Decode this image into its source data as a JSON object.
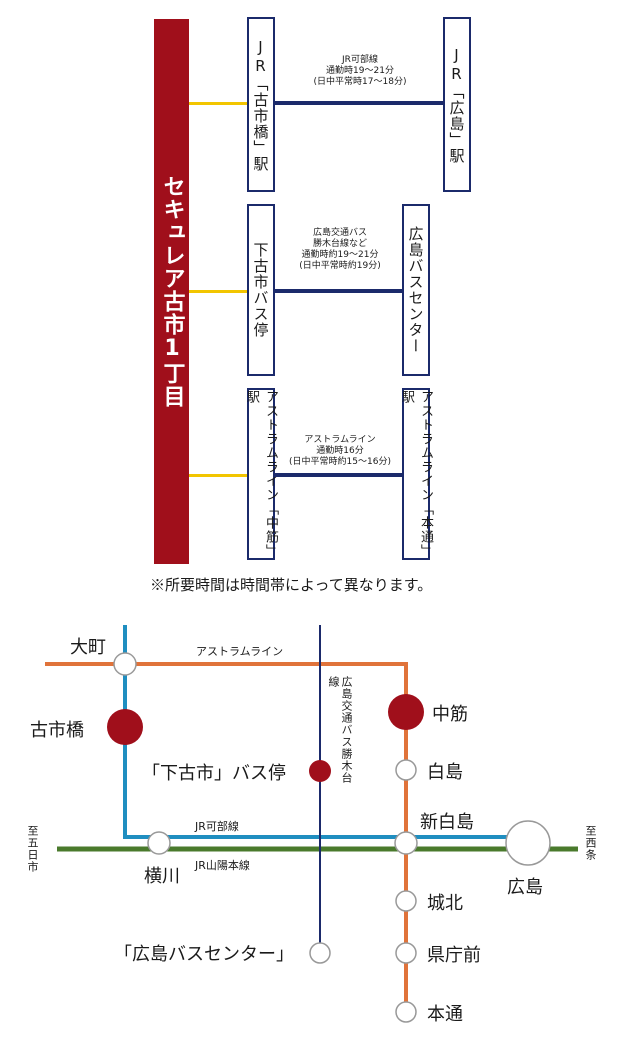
{
  "top": {
    "property_name": "セキュレア古市1丁目",
    "routes": [
      {
        "origin": "JR「古市橋」駅",
        "destination": "JR「広島」駅",
        "info": [
          "JR可部線",
          "通勤時19～21分",
          "(日中平常時17～18分)"
        ]
      },
      {
        "origin": "下古市バス停",
        "destination": "広島バスセンター",
        "info": [
          "広島交通バス",
          "勝木台線など",
          "通勤時約19～21分",
          "(日中平常時約19分)"
        ]
      },
      {
        "origin": "アストラムライン「中筋」駅",
        "destination": "アストラムライン「本通」駅",
        "info": [
          "アストラムライン",
          "通勤時16分",
          "(日中平常時約15～16分)"
        ]
      }
    ],
    "note": "※所要時間は時間帯によって異なります。"
  },
  "map": {
    "colors": {
      "astram": "#e0733a",
      "kabe": "#1f8ec0",
      "sanyo": "#4a7a2c",
      "bus": "#1b2a6b",
      "highlight": "#a00f1b"
    },
    "lines": {
      "astram": "アストラムライン",
      "kabe": "JR可部線",
      "sanyo": "JR山陽本線",
      "bus": "広島交通バス勝木台線"
    },
    "stations": {
      "omachi": "大町",
      "furuichibashi": "古市橋",
      "shimofuruichi": "「下古市」バス停",
      "nakasuji": "中筋",
      "hakushima": "白島",
      "shinhakushima": "新白島",
      "yokogawa": "横川",
      "hiroshima": "広島",
      "johoku": "城北",
      "kenchomae": "県庁前",
      "hondori": "本通",
      "bus_center": "「広島バスセンター」"
    },
    "directions": {
      "west": "至五日市",
      "east": "至西条"
    }
  }
}
